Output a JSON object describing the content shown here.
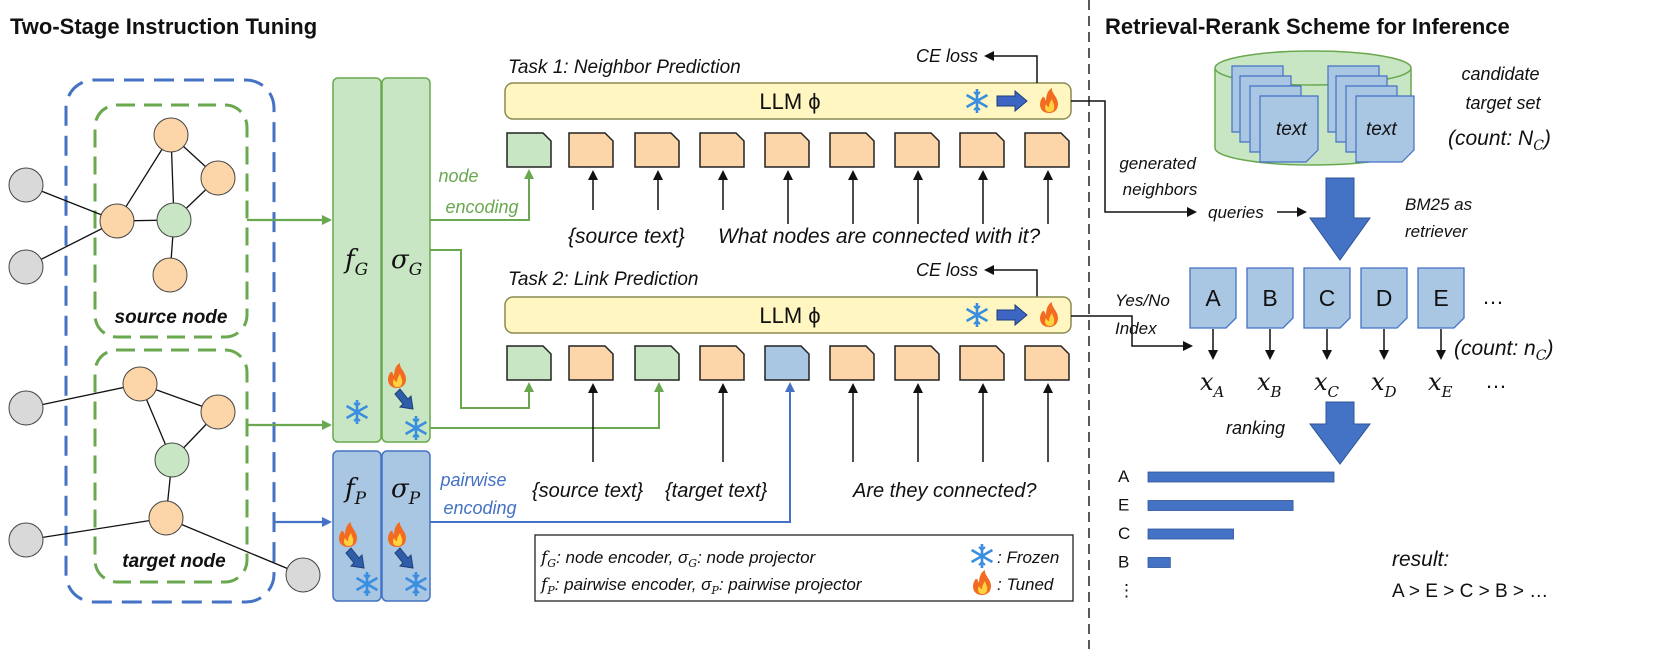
{
  "left_title": "Two-Stage Instruction Tuning",
  "right_title": "Retrieval-Rerank Scheme for Inference",
  "graph": {
    "source_label": "source node",
    "target_label": "target node"
  },
  "encoders": {
    "fg": "f",
    "fg_sub": "G",
    "sg": "σ",
    "sg_sub": "G",
    "fp": "f",
    "fp_sub": "P",
    "sp": "σ",
    "sp_sub": "P"
  },
  "labels": {
    "node_encoding": [
      "node",
      "encoding"
    ],
    "pairwise_encoding": [
      "pairwise",
      "encoding"
    ]
  },
  "task1": {
    "title": "Task 1: Neighbor Prediction",
    "llm": "LLM ϕ",
    "loss": "CE loss",
    "text_source": "{source text}",
    "question": "What nodes are connected with it?"
  },
  "task2": {
    "title": "Task 2: Link Prediction",
    "llm": "LLM ϕ",
    "loss": "CE loss",
    "text_source": "{source text}",
    "text_target": "{target text}",
    "question": "Are they connected?"
  },
  "legend": {
    "line1": ": node encoder, σ",
    "line1_end": ": node projector",
    "line2": ": pairwise encoder, σ",
    "line2_end": ": pairwise projector",
    "frozen": ": Frozen",
    "tuned": ": Tuned"
  },
  "retrieval": {
    "db_text1": "text",
    "db_text2": "text",
    "candidate": [
      "candidate",
      "target set"
    ],
    "count_big": "(count: N",
    "count_big_sub": "C",
    "generated": [
      "generated",
      "neighbors"
    ],
    "queries": "queries",
    "bm25": [
      "BM25 as",
      "retriever"
    ],
    "yesno": [
      "Yes/No",
      "Index"
    ],
    "docs": [
      "A",
      "B",
      "C",
      "D",
      "E"
    ],
    "ellipsis": "…",
    "count_small": "(count: n",
    "count_small_sub": "C",
    "x_subs": [
      "A",
      "B",
      "C",
      "D",
      "E"
    ],
    "ranking": "ranking",
    "result_label": "result:",
    "result": "A > E > C > B > …"
  },
  "chart_data": {
    "type": "bar",
    "categories": [
      "A",
      "E",
      "C",
      "B",
      "⋮"
    ],
    "values": [
      10,
      7.8,
      4.6,
      1.2,
      0
    ],
    "xlabel": "",
    "ylabel": ""
  },
  "colors": {
    "green_fill": "#c8e6c4",
    "green_stroke": "#6aa84f",
    "orange_fill": "#fcd5a8",
    "blue_fill": "#a9c6e2",
    "blue_stroke": "#4472c4",
    "llm_fill": "#fff6c2",
    "arrow_blue": "#3d66c2"
  }
}
